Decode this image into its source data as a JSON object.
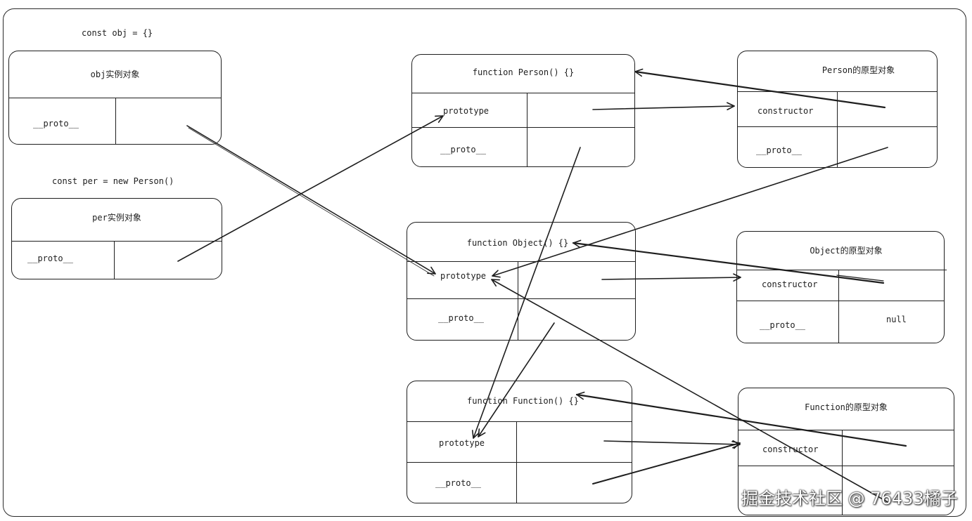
{
  "captions": {
    "obj_decl": "const obj = {}",
    "per_decl": "const per = new Person()"
  },
  "boxes": {
    "obj": {
      "title": "obj实例对象",
      "proto": "__proto__"
    },
    "per": {
      "title": "per实例对象",
      "proto": "__proto__"
    },
    "person_fn": {
      "title": "function Person() {}",
      "prototype": "prototype",
      "proto": "__proto__"
    },
    "person_proto": {
      "title": "Person的原型对象",
      "constructor": "constructor",
      "proto": "__proto__"
    },
    "object_fn": {
      "title": "function Object() {}",
      "prototype": "prototype",
      "proto": "__proto__"
    },
    "object_proto": {
      "title": "Object的原型对象",
      "constructor": "constructor",
      "proto": "__proto__",
      "proto_value": "null"
    },
    "function_fn": {
      "title": "function Function() {}",
      "prototype": "prototype",
      "proto": "__proto__"
    },
    "function_proto": {
      "title": "Function的原型对象",
      "constructor": "constructor"
    }
  },
  "watermark": "掘金技术社区 @ 76433橘子",
  "colors": {
    "stroke": "#1e1e1e"
  }
}
